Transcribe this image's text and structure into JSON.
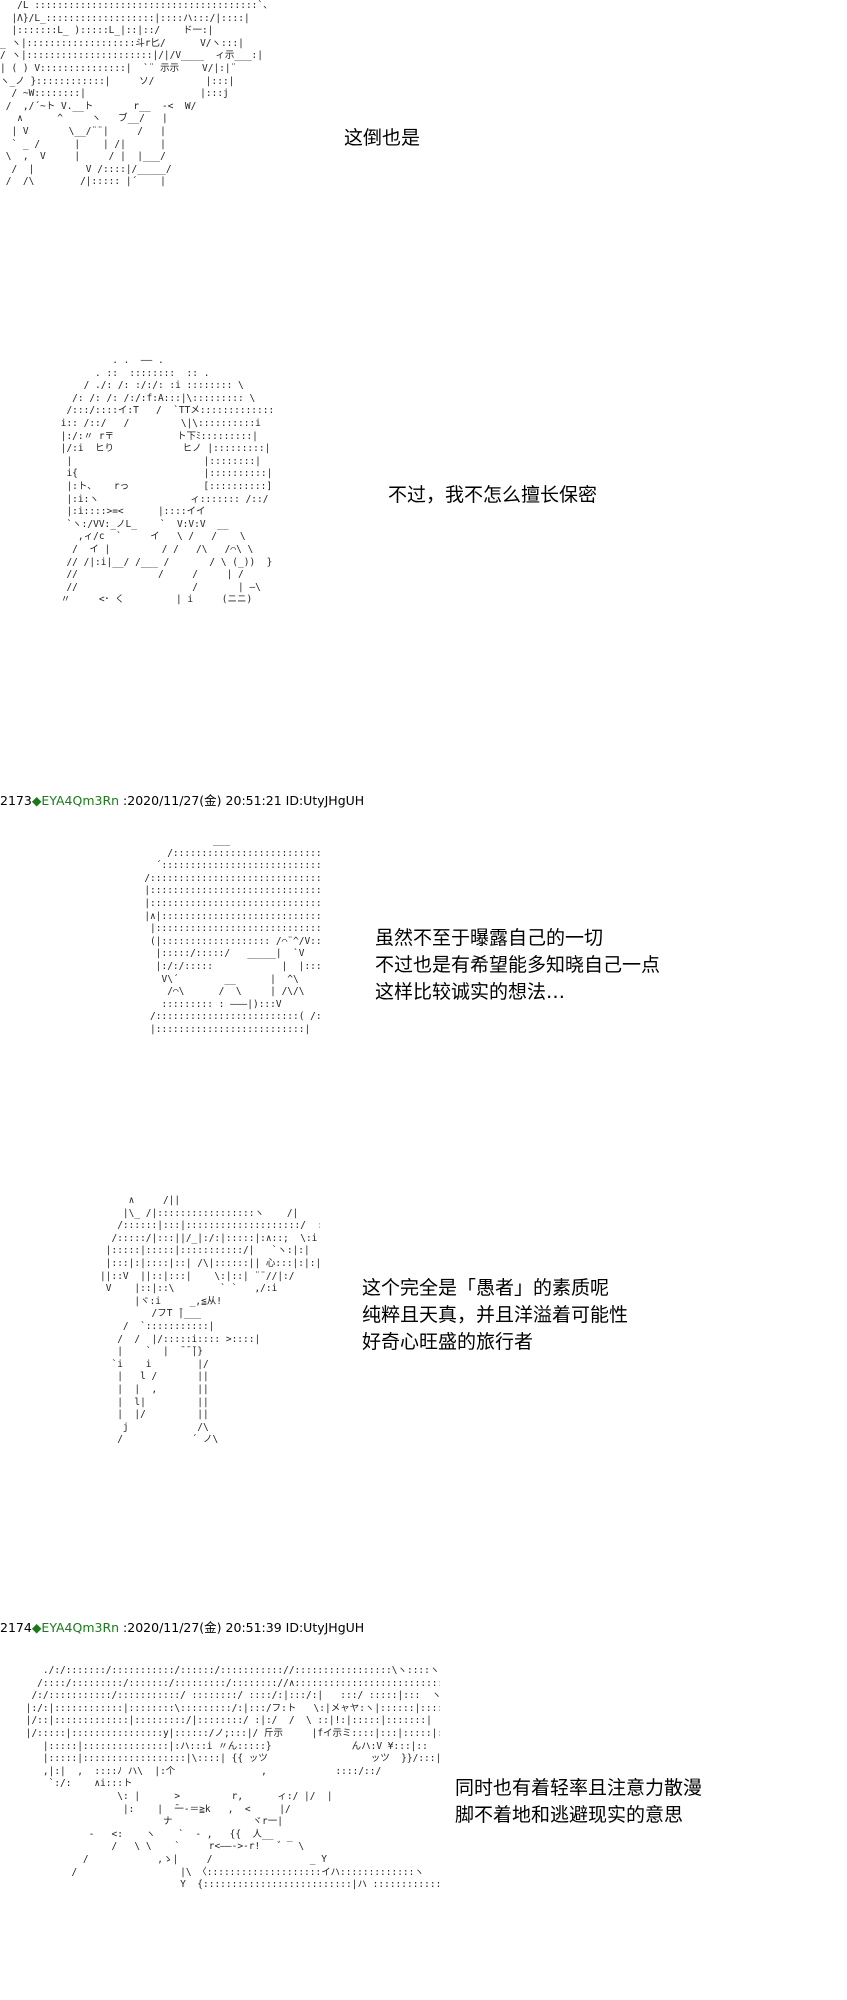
{
  "posts": [
    {
      "header": null,
      "panels": [
        {
          "dialogue": [
            "这倒也是"
          ],
          "art": [
            "   /L :::::::::::::::::::::::::::::::::::::::`、",
            "  |Λ}/L_:::::::::::::::::::|::::ハ:::/|::::|",
            "  |:::::::L_ ):::::L_|::|::/    ド一:|",
            "_ ヽ|:::::::::::::::::::斗r匕/      V/ヽ:::|",
            "/ ヽ|::::::::::::::::::::::|/|/V____  ィ示___:|",
            "| ( ) V:::::::::::::::|  `¨ 示示    V/|:|¨",
            "ヽ_ノ }::::::::::::|     ソ/         |:::|",
            "  / ~W::::::::|                    |:::j",
            " /  ,/´~ト V.__ト       r__  -<  W/",
            "   ∧      ^     ヽ   ブ__/   |",
            "  | V       \\__/¨¨|     /   |",
            "  ` _ /      |    | /|      |",
            " \\  ,  V     |     / |  |___/",
            "  /  |         V /::::|/_____/",
            " /  /\\        /|::::: |´    |"
          ]
        },
        {
          "dialogue": [
            "不过，我不怎么擅长保密"
          ],
          "art": [
            "          . .  ―― .",
            "       . ::  ::::::::  :: .",
            "     / ./: /: :/:/: :i :::::::: \\",
            "   /: /: /: /:/:f:A:::|\\::::::::: \\",
            "  /:::/::::イ:T   /  `TTメ::::::::::::: ",
            " i:: /::/   /         \\|\\::::::::::i",
            " |:/:〃 r〒           ト下ﾐ:::::::::|",
            " |/:i  ヒり            ヒノ |:::::::::|",
            "  |                       |::::::::|",
            "  i{                      |::::::::::|",
            "  |:ト、   rっ             [::::::::::]",
            "  |:i:ヽ                ィ::::::: /::/",
            "  |:i::::>=<      |::::イイ",
            "  `ヽ:/VV:_ノL_    `  V:V:V  __",
            "    ,ィ/c  `     イ   \\ /   /    \\",
            "   /  イ |         / /   /\\   /⌒\\ \\",
            "  // /|:i|__/ /___ /       / \\ (_))  }",
            "  //              /     /     | /",
            "  //                    /       | ―\\",
            " 〃     <･ く         | i     (ニニ)"
          ]
        }
      ]
    },
    {
      "header": {
        "number": "2173",
        "trip": "◆EYA4Qm3Rn",
        "rest": " :2020/11/27(金) 20:51:21 ID:UtyJHgUH"
      },
      "panels": [
        {
          "dialogue": [
            "虽然不至于曝露自己的一切",
            "不过也是有希望能多知晓自己一点",
            "这样比较诚实的想法…"
          ],
          "art": [
            "                  ___",
            "          /::::::::::::::::::::::::::::::::\\",
            "        ´::::::::::::::::::::::::::::::::::::::::V",
            "      /::::::::::::::::::::::::::::::::::::::::::::|",
            "      |::::::::::::::::::::::::::::::::::::::::::::|",
            "      |::::::::::::::::::::::::::::::::::::::::::::|",
            "      |∧|::::::::::::::::::::::::::::::::::::::::|",
            "       |::::::::::::::::::::::::::::::::::::::::::::|",
            "       (|::::::::::::::::::: /⌒¨^/V:::|",
            "        |:::::/:::::/   _____|  `V",
            "        |:/:/:::::            |  |:::",
            "         V\\´        __      |  ^\\",
            "          /⌒\\      /  \\     | /\\/\\",
            "         ::::::::: : ―――|):::V",
            "       /:::::::::::::::::::::::::( /:::::  !",
            "       |::::::::::::::::::::::::::|  |:::::/\\"
          ]
        },
        {
          "dialogue": [
            "这个完全是「愚者」的素质呢",
            "纯粹且天真，并且洋溢着可能性",
            "好奇心旺盛的旅行者"
          ],
          "art": [
            "            ∧     /||                      ",
            "           |\\_ /|:::::::::::::::::ヽ    /|",
            "          /::::::|:::|::::::::::::::::::::/  :|",
            "         /:::::/|:::||/_|:/:|:::::|:∧::;  \\:i",
            "        |:::::|:::::|:::::::::::/|   `ヽ:|:|",
            "        |:::|:|::::|::| /\\|::::::|| 心:::|:|:||",
            "       ||::V  ||::|:::|    \\:|::| ¨¨//|:/",
            "        V    |::|::\\        ` `   ,/:i",
            "             |ヾ:i     _,≦从!",
            "                /フT ̄|___",
            "           /  `:::::::::::|",
            "          /  /  |/:::::i:::: >::::|",
            "          |    `  |  ̄ ̄ ̄|}",
            "         `i    i        |/",
            "          |   l /       ||",
            "          |  |  ,       ||",
            "          |  l|         ||",
            "          |  |/         ||",
            "           j            /\\",
            "          /            ´ ノ\\"
          ]
        }
      ]
    },
    {
      "header": {
        "number": "2174",
        "trip": "◆EYA4Qm3Rn",
        "rest": " :2020/11/27(金) 20:51:39 ID:UtyJHgUH"
      },
      "panels": [
        {
          "dialogue": [
            "同时也有着轻率且注意力散漫",
            "脚不着地和逃避现实的意思"
          ],
          "art": [
            "    ./:/:::::::/:::::::::::/::::::/::::::::::://:::::::::::::::::\\ヽ::::ヽ",
            "   /::::/:::::::::/:::::::/:::::::::/:::::::://∧::::::::::::::::::::::::::ヽ::\\",
            "  /:/:::::::::::/:::::::::::/ ::::::::/ ::::/:|:::/:|   :::/ :::::|:::  ヽ :::::\\",
            " |:/:|::::::::::::|::::::::\\:::::::::/:|:::/フ:ト   \\:|メャヤ:ヽ|::::::|:::::|",
            " |/::|:::::::::::::|:::::::::/|::::::::/ :|:/  /  \\ ::|!:|:::::|:::::::|",
            " |/:::::|::::::::::::::::y|::::::/ノ;:::|/ 斤示     |fイ示ミ::::|:::|:::::|:::",
            "    |:::::|:::::::::::::::|:ハ:::i 〃ん:::::}              んハ:V ¥:::|::",
            "    |:::::|::::::::::::::::::|\\::::| {{ ッツ                  ッツ  }}/:::|:/",
            "    ,|:|  ,  ::::ﾉ ハ\\  |:个               ,            ::::/::/",
            "     `:/:    ∧i:::ト       ",
            "                 \\: |      >         r,      ィ:/ |/  |",
            "                  |:    |  ̄一-＝≧k   ,  <     |/",
            "                         ナ              ヾr一|",
            "            -   <:    ヽ    `  - ,   {{  人__",
            "                /   \\ \\    `     r<――->-r!   ゛‾ \\",
            "           /            ,ゝ|     /                 _ Y",
            "         /                  |\\ 〈::::::::::::::::::::イハ:::::::::::::ヽ",
            "                            Y  {::::::::::::::::::::::::::|ハ :::::::::::::::|  ヽ"
          ]
        }
      ]
    }
  ]
}
